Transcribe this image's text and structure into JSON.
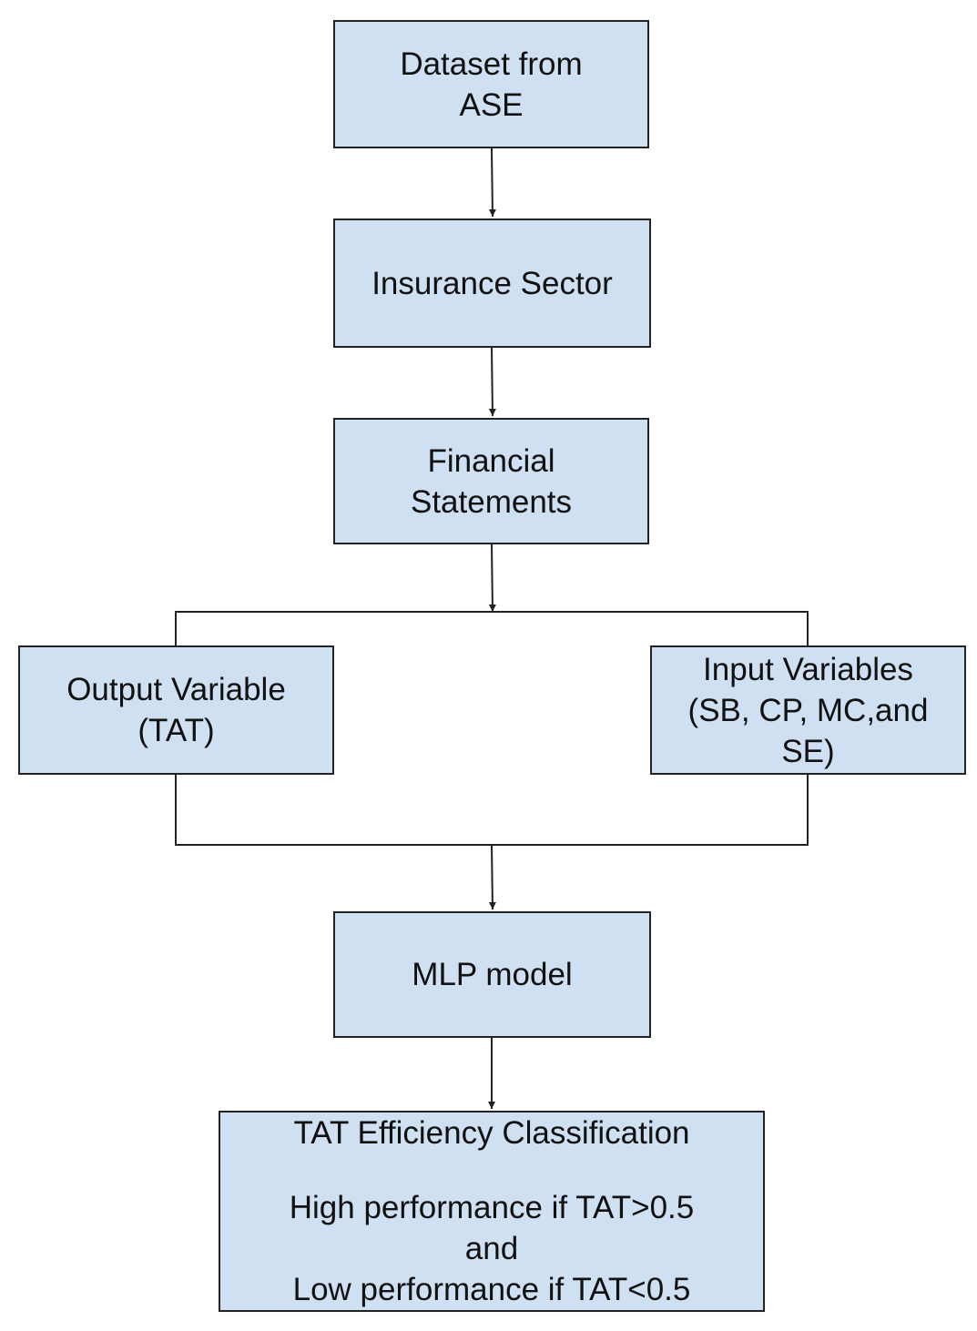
{
  "nodes": {
    "dataset": {
      "lines": [
        "Dataset from",
        "ASE"
      ]
    },
    "insurance": {
      "lines": [
        "Insurance Sector"
      ]
    },
    "financial": {
      "lines": [
        "Financial",
        "Statements"
      ]
    },
    "output": {
      "lines": [
        "Output Variable",
        "(TAT)"
      ]
    },
    "input": {
      "lines": [
        "Input Variables",
        "(SB, CP, MC,and",
        "SE)"
      ]
    },
    "mlp": {
      "lines": [
        "MLP model"
      ]
    },
    "tat": {
      "title": "TAT Efficiency Classification",
      "rule_high": "High performance if TAT>0.5",
      "rule_and": "and",
      "rule_low": "Low performance if TAT<0.5"
    }
  },
  "colors": {
    "box_fill": "#cfe0f2",
    "box_border": "#222222",
    "line": "#222222"
  }
}
